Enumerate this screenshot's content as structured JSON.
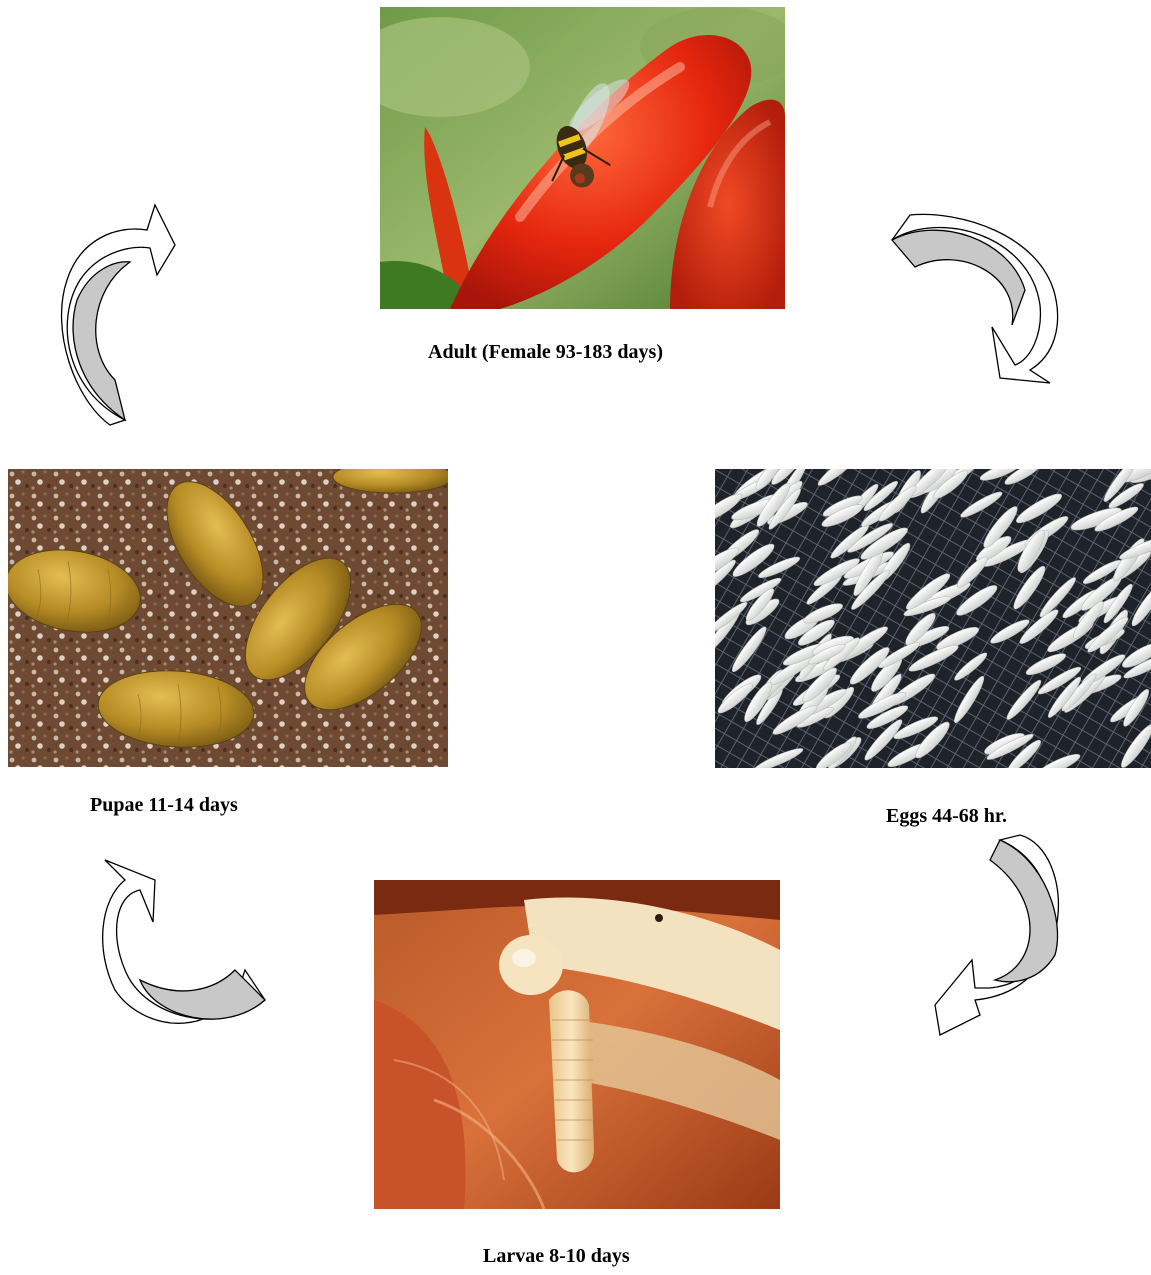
{
  "stages": {
    "adult": {
      "caption": "Adult (Female 93-183 days)",
      "image": "fruit fly on red chili pepper"
    },
    "eggs": {
      "caption": "Eggs 44-68 hr.",
      "image": "white elongated eggs on mesh"
    },
    "larvae": {
      "caption": "Larvae 8-10 days",
      "image": "larva in rotting fruit"
    },
    "pupae": {
      "caption": "Pupae 11-14 days",
      "image": "brown pupae in soil"
    }
  },
  "colors": {
    "arrow_fill": "#c8c8c8",
    "arrow_stroke": "#000000",
    "caption_text": "#000000"
  }
}
